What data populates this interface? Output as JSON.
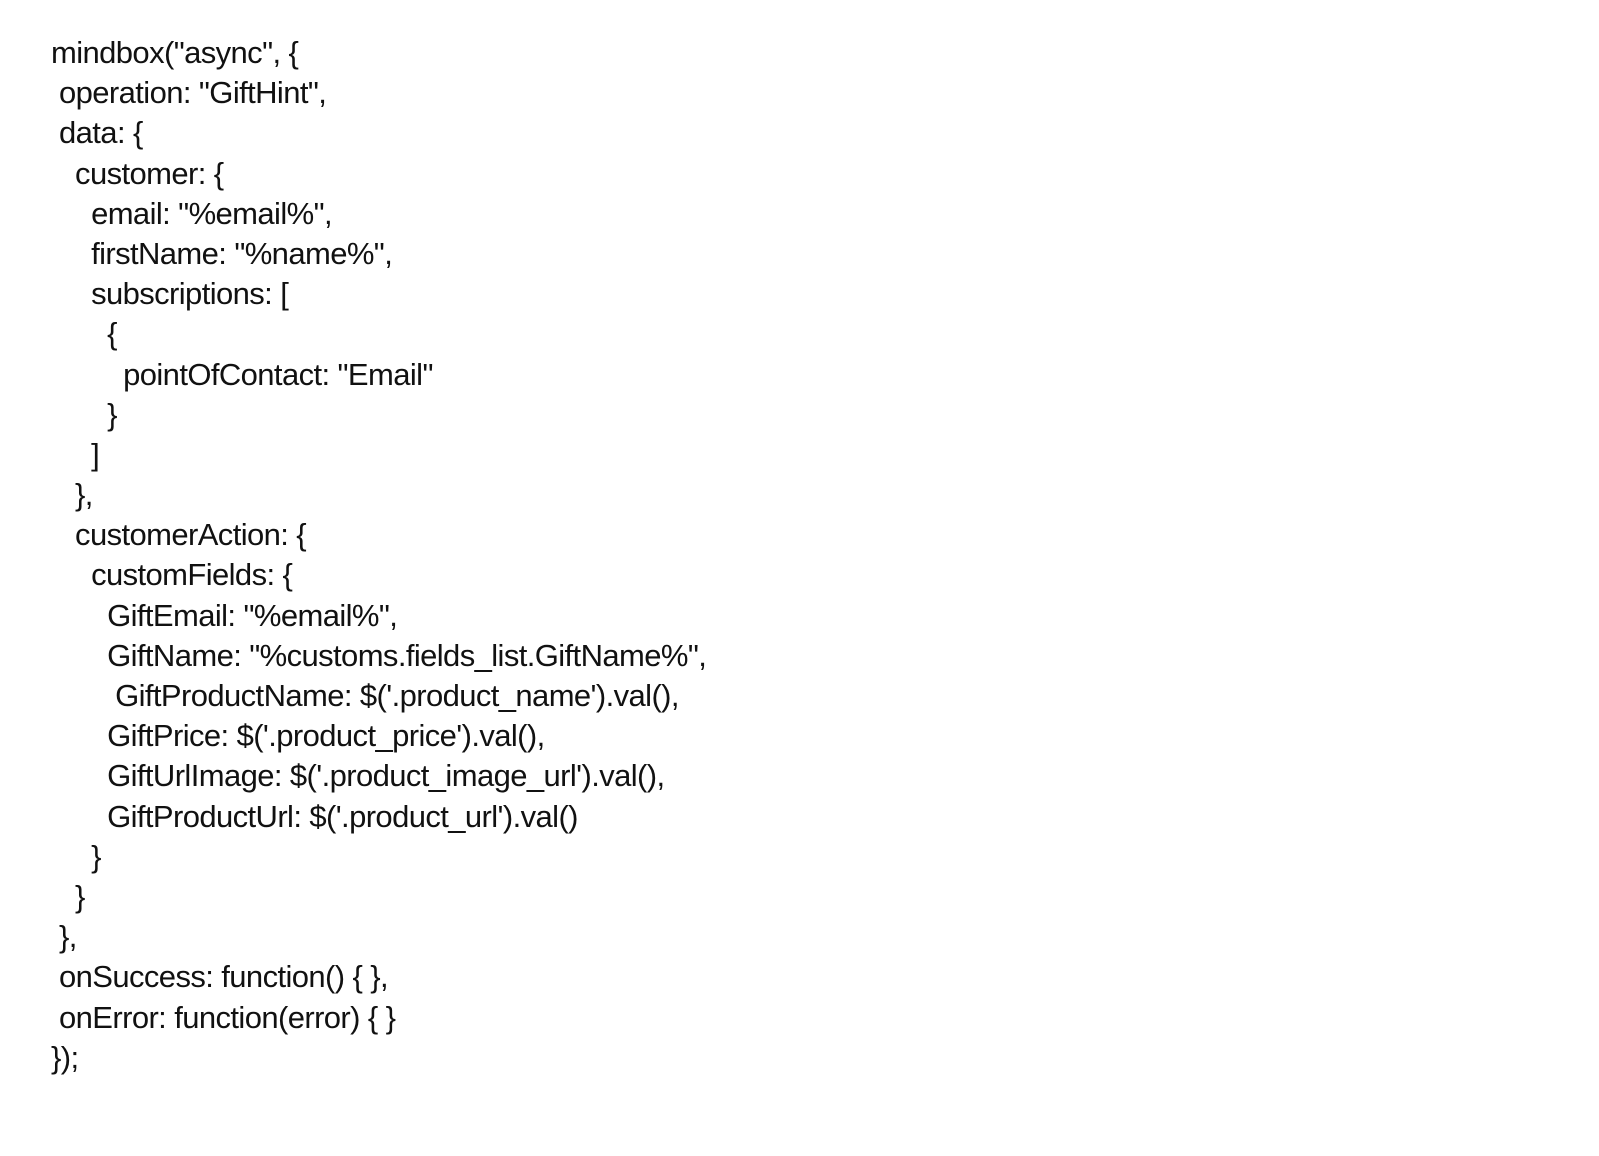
{
  "code": {
    "lines": [
      "mindbox(\"async\", {",
      " operation: \"GiftHint\",",
      " data: {",
      "   customer: {",
      "     email: \"%email%\",",
      "     firstName: \"%name%\",",
      "     subscriptions: [",
      "       {",
      "         pointOfContact: \"Email\"",
      "       }",
      "     ]",
      "   },",
      "   customerAction: {",
      "     customFields: {",
      "       GiftEmail: \"%email%\",",
      "       GiftName: \"%customs.fields_list.GiftName%\",",
      "        GiftProductName: $('.product_name').val(),",
      "       GiftPrice: $('.product_price').val(),",
      "       GiftUrlImage: $('.product_image_url').val(),",
      "       GiftProductUrl: $('.product_url').val()",
      "     }",
      "   }",
      " },",
      " onSuccess: function() { },",
      " onError: function(error) { }",
      "});"
    ]
  }
}
